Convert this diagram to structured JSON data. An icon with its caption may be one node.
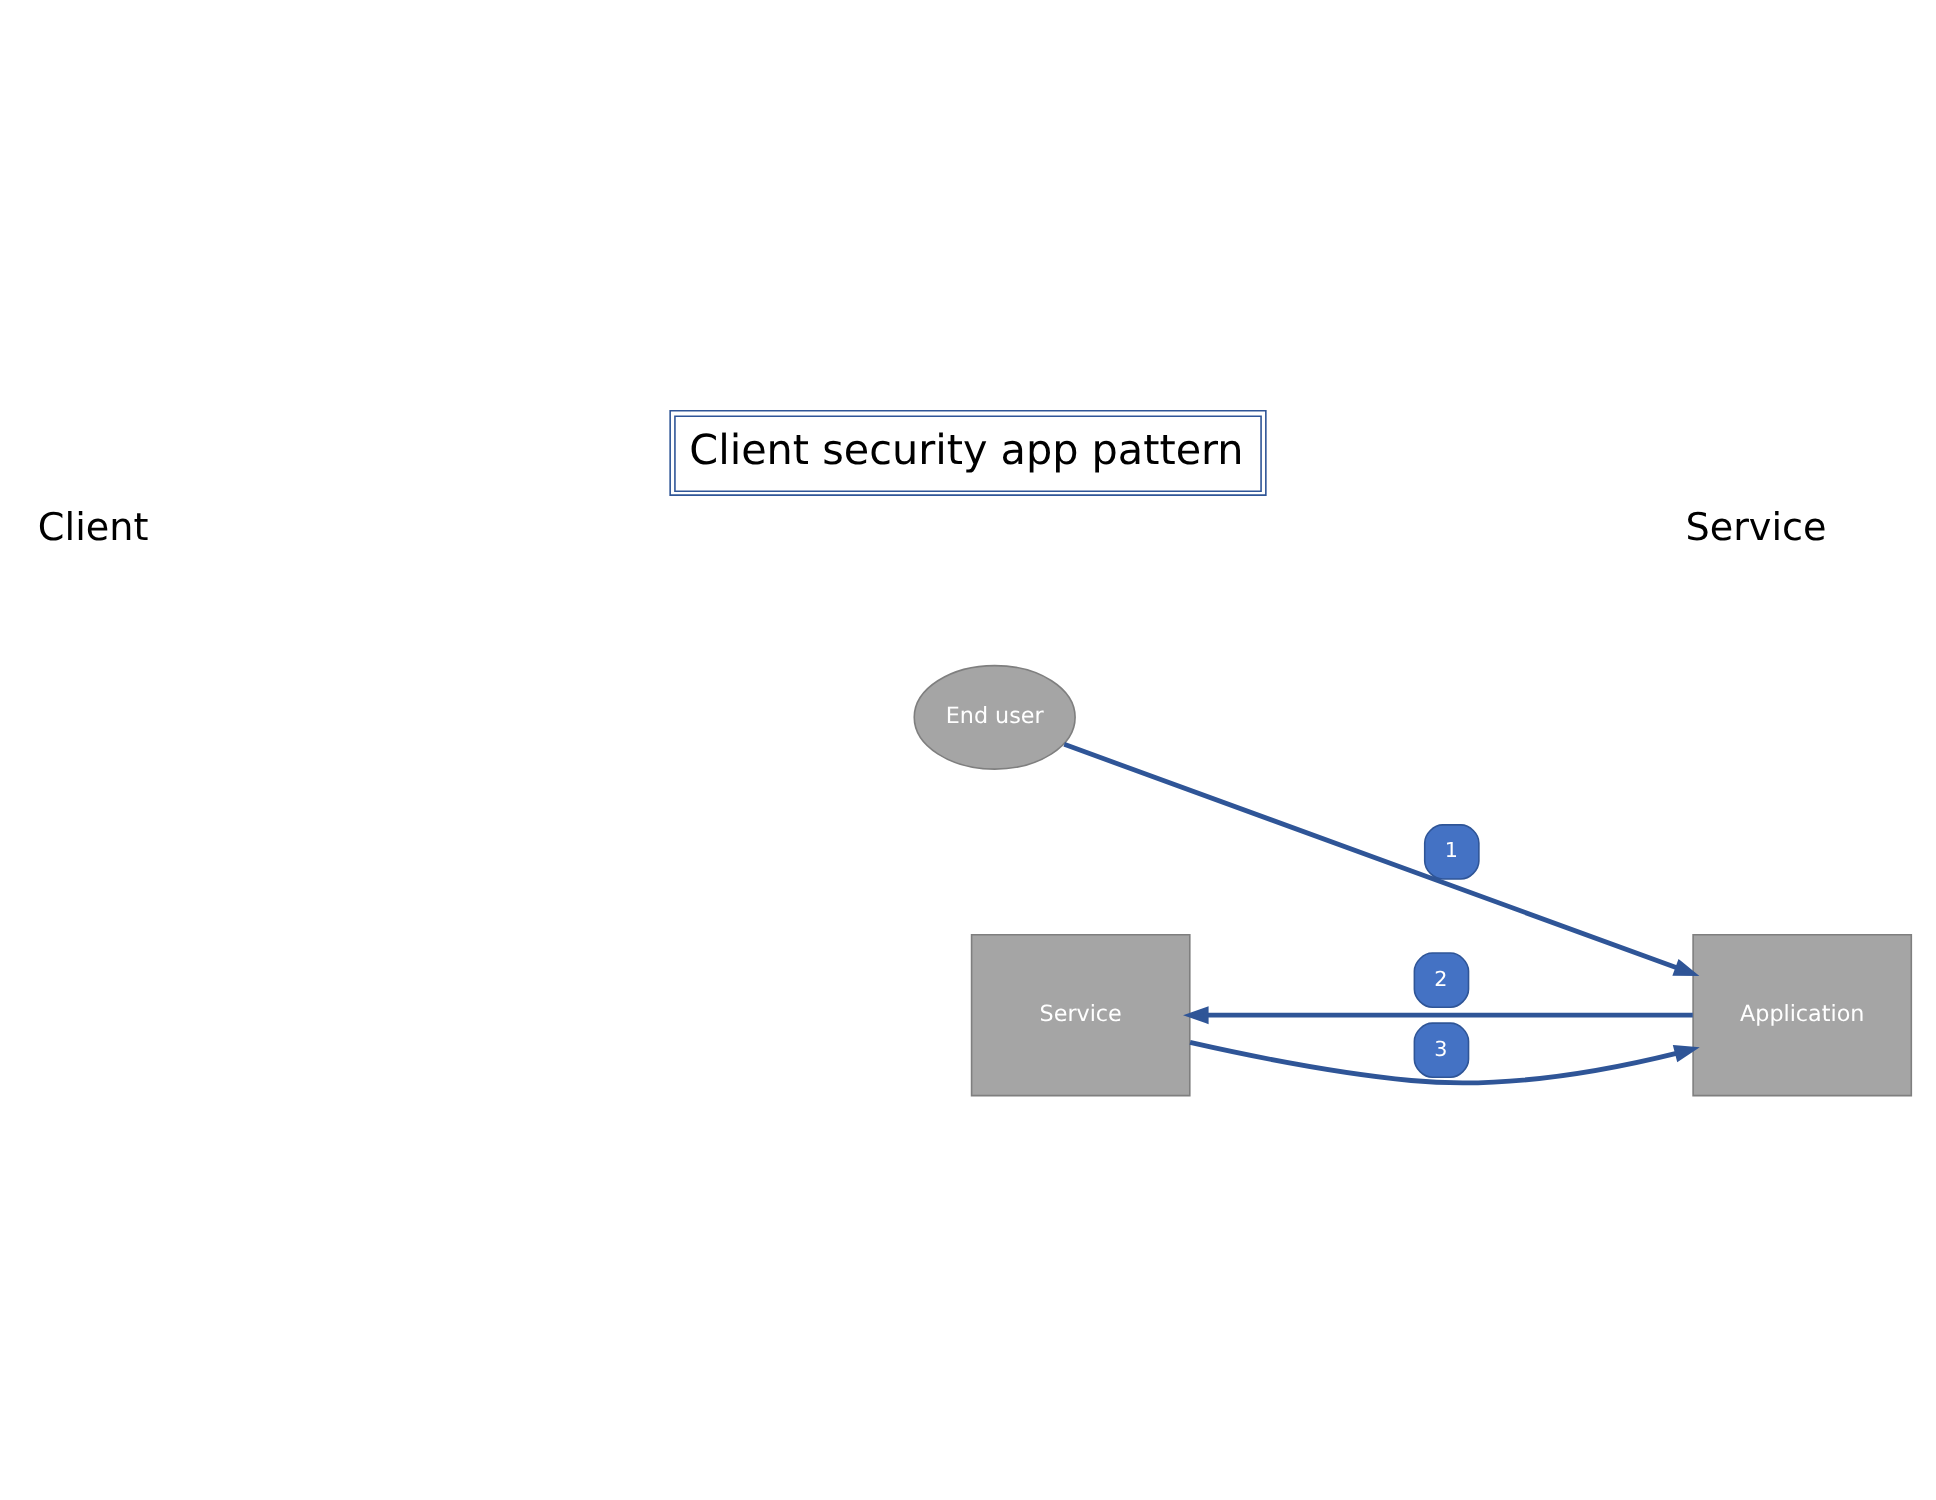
{
  "diagram": {
    "title": "Client security app pattern",
    "nodes": [
      {
        "text": [
          "End user"
        ]
      },
      {
        "text": [
          "Application"
        ]
      },
      {
        "text": [
          "Service"
        ]
      }
    ],
    "edges": [
      {
        "from": 0,
        "to": 1,
        "arrow": "to",
        "label": "1"
      },
      {
        "from": 1,
        "to": 2,
        "arrow": "to",
        "label": "2"
      },
      {
        "from": 2,
        "to": 1,
        "arrow": "to",
        "label": "3"
      }
    ],
    "labels": [
      "Client",
      "Service"
    ]
  }
}
